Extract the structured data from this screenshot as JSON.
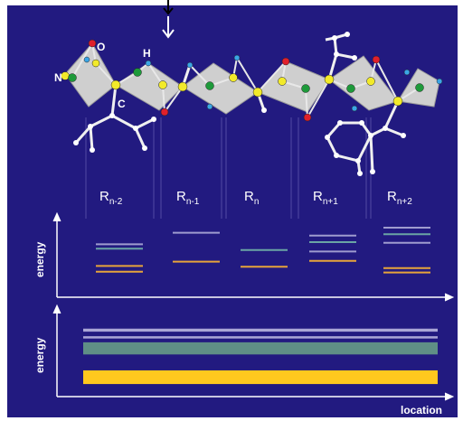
{
  "atom_labels": {
    "oxygen": "O",
    "nitrogen": "N",
    "hydrogen": "H",
    "carbon": "C"
  },
  "residues": [
    {
      "main": "R",
      "sub": "n-2"
    },
    {
      "main": "R",
      "sub": "n-1"
    },
    {
      "main": "R",
      "sub": "n"
    },
    {
      "main": "R",
      "sub": "n+1"
    },
    {
      "main": "R",
      "sub": "n+2"
    }
  ],
  "panels": {
    "local_levels": {
      "ylabel": "energy"
    },
    "band_structure": {
      "ylabel": "energy",
      "xlabel": "location"
    }
  },
  "colors": {
    "background": "#221a80",
    "peptide_plane": "#cfcfcf",
    "oxygen": "#e0202c",
    "nitrogen": "#1e9a3a",
    "hydrogen": "#3ba6e6",
    "carbon": "#f2ea2a",
    "side_chain": "#ffffff",
    "band_yellow": "#ffc81e",
    "band_teal": "#5f8f86",
    "band_lilac": "#a9a5d6",
    "level_orange": "#e7a43a",
    "level_lilac": "#9f9ccf",
    "level_teal": "#6aa5a5"
  },
  "energy_levels": [
    {
      "residue": "n-2",
      "levels": [
        {
          "e": 0.72,
          "kind": "lilac"
        },
        {
          "e": 0.66,
          "kind": "teal"
        },
        {
          "e": 0.42,
          "kind": "orange"
        },
        {
          "e": 0.34,
          "kind": "orange"
        }
      ]
    },
    {
      "residue": "n-1",
      "levels": [
        {
          "e": 0.88,
          "kind": "lilac"
        },
        {
          "e": 0.48,
          "kind": "orange"
        }
      ]
    },
    {
      "residue": "n",
      "levels": [
        {
          "e": 0.64,
          "kind": "teal"
        },
        {
          "e": 0.41,
          "kind": "orange"
        }
      ]
    },
    {
      "residue": "n+1",
      "levels": [
        {
          "e": 0.84,
          "kind": "lilac"
        },
        {
          "e": 0.75,
          "kind": "teal"
        },
        {
          "e": 0.62,
          "kind": "lilac"
        },
        {
          "e": 0.49,
          "kind": "orange"
        }
      ]
    },
    {
      "residue": "n+2",
      "levels": [
        {
          "e": 0.95,
          "kind": "lilac"
        },
        {
          "e": 0.86,
          "kind": "teal"
        },
        {
          "e": 0.74,
          "kind": "lilac"
        },
        {
          "e": 0.39,
          "kind": "orange"
        },
        {
          "e": 0.33,
          "kind": "orange"
        }
      ]
    }
  ],
  "bands": [
    {
      "kind": "lilac",
      "e_low": 0.82,
      "e_high": 0.86
    },
    {
      "kind": "lilac",
      "e_low": 0.73,
      "e_high": 0.76
    },
    {
      "kind": "teal",
      "e_low": 0.52,
      "e_high": 0.68
    },
    {
      "kind": "yellow",
      "e_low": 0.13,
      "e_high": 0.31
    }
  ]
}
